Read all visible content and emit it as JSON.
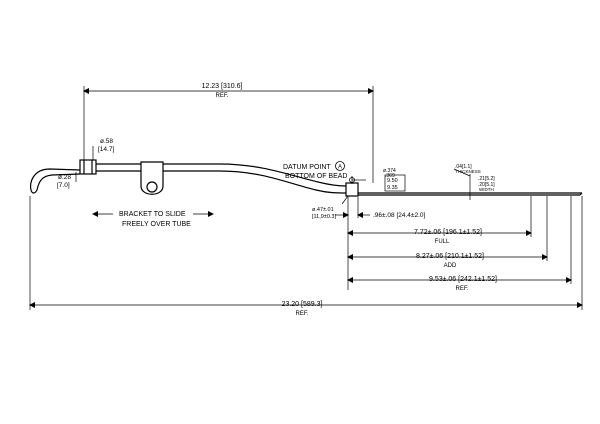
{
  "dimensions": {
    "overall_top": "12.23 [310.6]",
    "overall_top_ref": "REF.",
    "dia_58": "ø.58",
    "dia_58_mm": "[14.7]",
    "dia_28": "ø.28",
    "dia_28_mm": "[7.0]",
    "dia_47": "ø.47±.01",
    "dia_47_mm": "[11,9±0.3]",
    "dia_374": "ø.374",
    "dia_369": ".369",
    "dia_950": "9.50",
    "dia_935": "9.35",
    "dim_96": ".96±.08  [24.4±2.0]",
    "full_val": "7.72±.06  [196.1±1.52]",
    "full_label": "FULL",
    "add_val": "8.27±.06  [210.1±1.52]",
    "add_label": "ADD",
    "ref_val": "9.53±.06  [242.1±1.52]",
    "ref_label": "REF.",
    "overall_bottom": "23.20  [589.3]",
    "overall_bottom_ref": "REF.",
    "thick_04": ".04[1.1]",
    "thickness_label": "THICKNESS",
    "width_21": ".21[5.2]",
    "width_20": ".20[5.1]",
    "width_label": "WIDTH"
  },
  "notes": {
    "datum_line1": "DATUM POINT",
    "datum_symbol": "A",
    "datum_line2": "BOTTOM OF BEAD",
    "bracket_line1": "BRACKET TO SLIDE",
    "bracket_line2": "FREELY OVER TUBE"
  }
}
